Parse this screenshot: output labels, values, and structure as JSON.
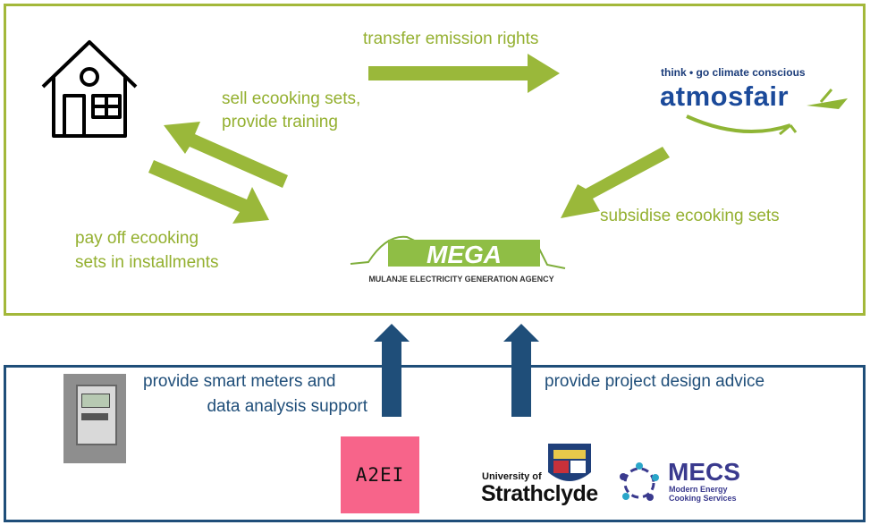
{
  "labels": {
    "transfer": "transfer emission rights",
    "sell_line1": "sell ecooking sets,",
    "sell_line2": "provide training",
    "payoff_line1": "pay off ecooking",
    "payoff_line2": "sets in installments",
    "subsidise": "subsidise ecooking sets",
    "smart_line1": "provide smart meters and",
    "smart_line2": "data analysis support",
    "design": "provide project design advice"
  },
  "logos": {
    "atmosfair_tagline": "think • go climate conscious",
    "atmosfair_name": "atmosfair",
    "mega_name": "MEGA",
    "mega_full": "MULANJE ELECTRICITY GENERATION AGENCY",
    "a2ei": "A2EI",
    "strathclyde_prefix": "University of",
    "strathclyde_name": "Strathclyde",
    "mecs_name": "MECS",
    "mecs_sub_line1": "Modern Energy",
    "mecs_sub_line2": "Cooking Services"
  },
  "icons": [
    "house-icon",
    "smart-meter-image",
    "mecs-logo-icon",
    "strathclyde-crest-icon"
  ],
  "colors": {
    "green": "#94b030",
    "arrow_green": "#9ab83a",
    "navy": "#1f4e79",
    "a2ei_pink": "#f7648a"
  }
}
